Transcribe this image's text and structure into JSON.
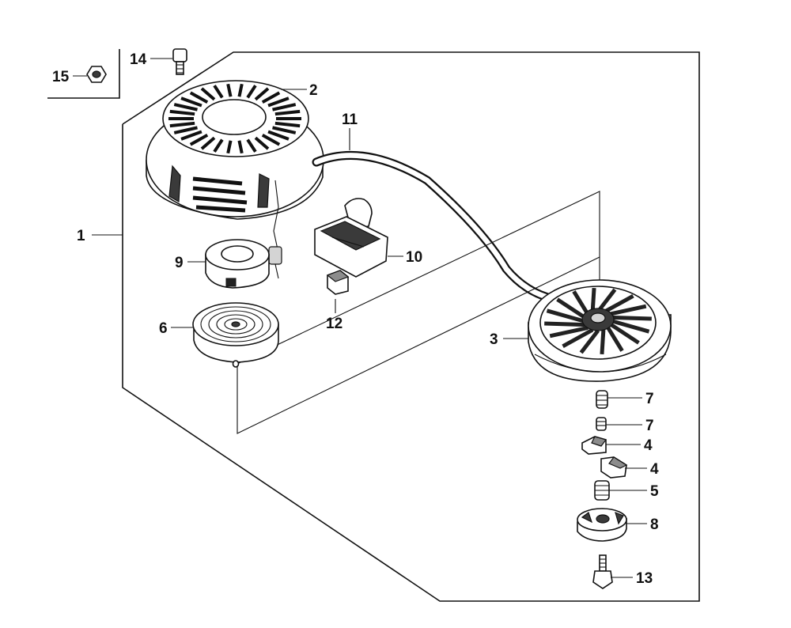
{
  "diagram": {
    "callouts": [
      {
        "id": "1",
        "label": "1"
      },
      {
        "id": "2",
        "label": "2"
      },
      {
        "id": "3",
        "label": "3"
      },
      {
        "id": "4a",
        "label": "4"
      },
      {
        "id": "4b",
        "label": "4"
      },
      {
        "id": "5",
        "label": "5"
      },
      {
        "id": "6",
        "label": "6"
      },
      {
        "id": "7a",
        "label": "7"
      },
      {
        "id": "7b",
        "label": "7"
      },
      {
        "id": "8",
        "label": "8"
      },
      {
        "id": "9",
        "label": "9"
      },
      {
        "id": "10",
        "label": "10"
      },
      {
        "id": "11",
        "label": "11"
      },
      {
        "id": "12",
        "label": "12"
      },
      {
        "id": "13",
        "label": "13"
      },
      {
        "id": "14",
        "label": "14"
      },
      {
        "id": "15",
        "label": "15"
      }
    ]
  }
}
